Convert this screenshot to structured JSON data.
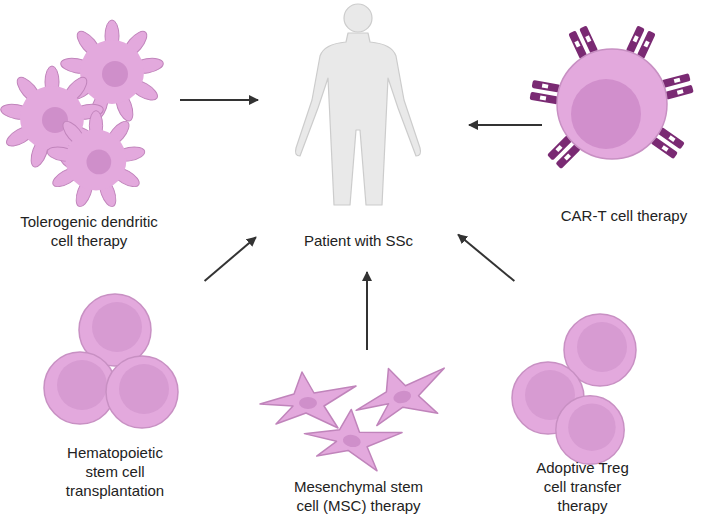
{
  "diagram": {
    "nodes": [
      {
        "text": [
          "Tolerogenic dendritic cell therapy"
        ]
      },
      {
        "text": [
          "Patient with SSc"
        ]
      },
      {
        "text": [
          "CAR-T cell therapy"
        ]
      },
      {
        "text": [
          "Hematopoietic stem cell transplantation"
        ]
      },
      {
        "text": [
          "Mesenchymal stem cell (MSC) therapy"
        ]
      },
      {
        "text": [
          "Adoptive Treg cell transfer therapy"
        ]
      }
    ],
    "edges": [
      {
        "from": 0,
        "to": 1,
        "arrow": "to"
      },
      {
        "from": 2,
        "to": 1,
        "arrow": "to"
      },
      {
        "from": 3,
        "to": 1,
        "arrow": "to"
      },
      {
        "from": 4,
        "to": 1,
        "arrow": "to"
      },
      {
        "from": 5,
        "to": 1,
        "arrow": "to"
      }
    ]
  }
}
